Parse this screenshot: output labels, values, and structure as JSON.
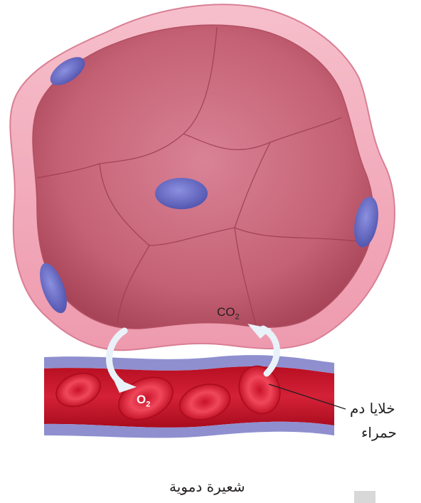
{
  "labels": {
    "red_blood_cells_line1": "خلايا دم",
    "red_blood_cells_line2": "حمراء",
    "capillary": "شعيرة دموية",
    "co2_base": "CO",
    "co2_sub": "2",
    "o2_base": "O",
    "o2_sub": "2"
  },
  "colors": {
    "alveolus_wall": "#f2a7b7",
    "alveolus_inner": "#c95f74",
    "nucleus": "#6e72c9",
    "capillary_blood": "#c9162a",
    "capillary_wall": "#8f8fcf",
    "rbc": "#e3243b",
    "arrow": "#e9f2f8"
  }
}
